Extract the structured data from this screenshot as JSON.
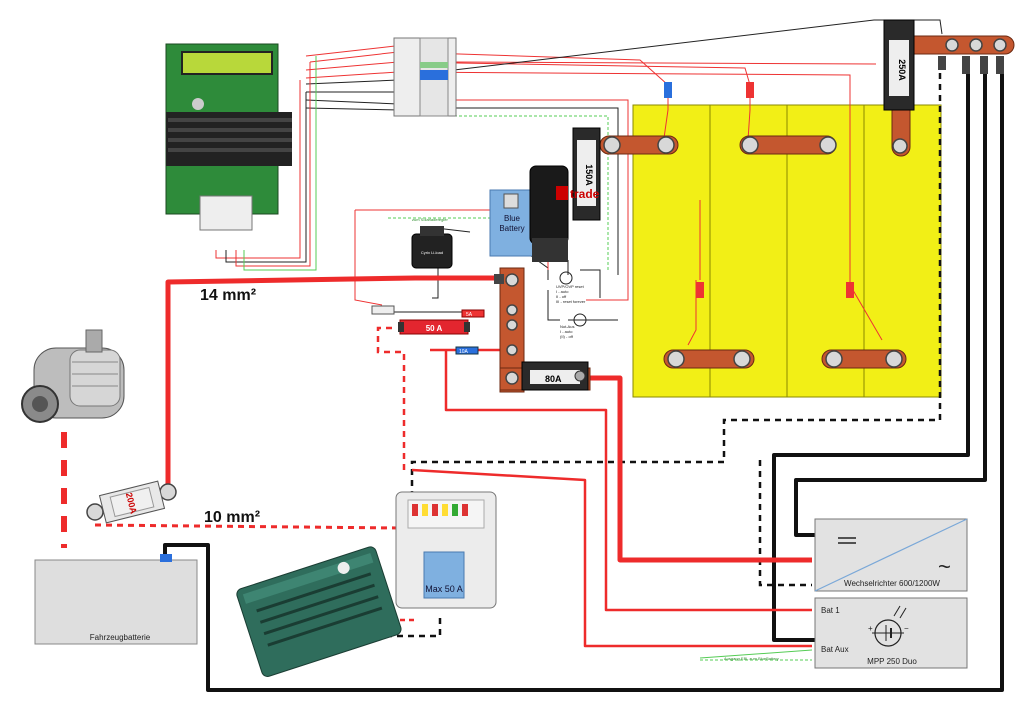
{
  "labels": {
    "wire_14": "14 mm²",
    "wire_10": "10 mm²",
    "car_battery": "Fahrzeugbatterie",
    "blue_battery": [
      "Blue",
      "Battery"
    ],
    "inverter": "Wechselrichter 600/1200W",
    "mppt": "MPP 250 Duo",
    "bat1": "Bat 1",
    "bat_aux": "Bat Aux",
    "fuse_200": "200A",
    "fuse_50": "50 A",
    "fuse_80": "80A",
    "fuse_150": "150A",
    "fuse_250": "250A",
    "max50": "Max 50 A",
    "solar_note": "zum Solarladeregler",
    "ebl_note": "Ausgang EBL zum BlueBattery",
    "uvp_note": [
      "UVP/OVP reset",
      "I - auto",
      "II - off",
      "III - reset forever"
    ],
    "notaus_note": [
      "Not-Aus",
      "I - auto",
      "(II) - off"
    ],
    "ltrade": "trade",
    "cyrix": "Cyrix Li-load",
    "small_fuse_1": "5A",
    "small_fuse_2": "10A"
  },
  "colors": {
    "battery_yellow": "#f2ef16",
    "busbar": "#c4572f",
    "wire_red": "#ee2b2b",
    "wire_black": "#111111",
    "blue_box": "#7fb0e0",
    "box_gray": "#dedede"
  }
}
